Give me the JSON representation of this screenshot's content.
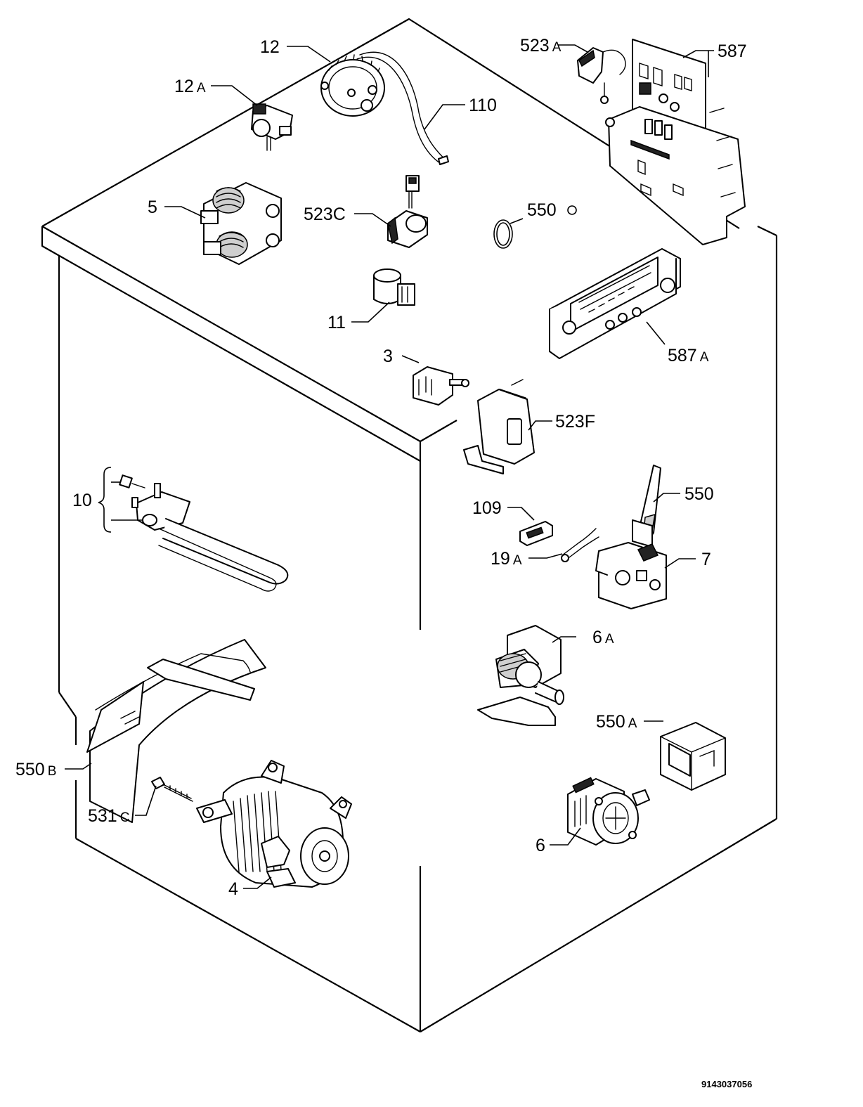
{
  "callouts": {
    "c12": "12",
    "c12a": {
      "num": "12",
      "sfx": "A"
    },
    "c110": "110",
    "c5": "5",
    "c523c": "523C",
    "c550o": "550",
    "c11": "11",
    "c3": "3",
    "c523a": {
      "num": "523",
      "sfx": "A"
    },
    "c587": "587",
    "c587a": {
      "num": "587",
      "sfx": "A"
    },
    "c523f": "523F",
    "c10": "10",
    "c109": "109",
    "c19a": {
      "num": "19",
      "sfx": "A"
    },
    "c550": "550",
    "c7": "7",
    "c6a": {
      "num": "6",
      "sfx": "A"
    },
    "c550a": {
      "num": "550",
      "sfx": "A"
    },
    "c550b": {
      "num": "550",
      "sfx": "B"
    },
    "c531c": {
      "num": "531",
      "sfx": "C"
    },
    "c4": "4",
    "c6": "6"
  },
  "document_number": "9143037056"
}
